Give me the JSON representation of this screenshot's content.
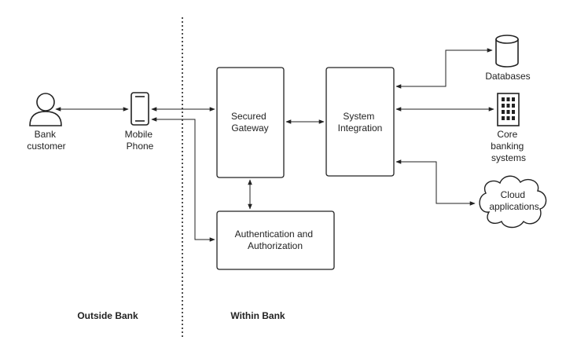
{
  "zones": {
    "outside": "Outside Bank",
    "within": "Within Bank"
  },
  "nodes": {
    "bank_customer": {
      "line1": "Bank",
      "line2": "customer",
      "icon": "person-icon"
    },
    "mobile_phone": {
      "line1": "Mobile",
      "line2": "Phone",
      "icon": "smartphone-icon"
    },
    "secured_gateway": {
      "line1": "Secured",
      "line2": "Gateway"
    },
    "system_integration": {
      "line1": "System",
      "line2": "Integration"
    },
    "auth": {
      "line1": "Authentication and",
      "line2": "Authorization"
    },
    "databases": {
      "line1": "Databases",
      "icon": "database-icon"
    },
    "core_banking": {
      "line1": "Core",
      "line2": "banking",
      "line3": "systems",
      "icon": "building-icon"
    },
    "cloud": {
      "line1": "Cloud",
      "line2": "applications",
      "icon": "cloud-icon"
    }
  },
  "colors": {
    "stroke": "#222222",
    "text": "#222222",
    "background": "#ffffff"
  }
}
